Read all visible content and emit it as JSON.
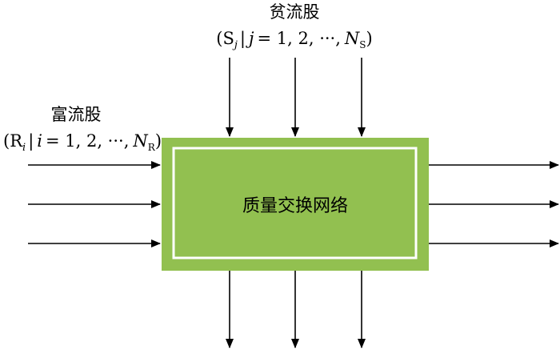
{
  "lean_stream": {
    "title": "贫流股",
    "set_open": "(S",
    "subscript_index": "j",
    "separator": "|",
    "index_var": "j",
    "range_text": "= 1, 2, ···,",
    "count_symbol": "N",
    "count_subscript": "S",
    "set_close": ")"
  },
  "rich_stream": {
    "title": "富流股",
    "set_open": "(R",
    "subscript_index": "i",
    "separator": "|",
    "index_var": "i",
    "range_text": "= 1, 2, ···,",
    "count_symbol": "N",
    "count_subscript": "R",
    "set_close": ")"
  },
  "network": {
    "label": "质量交换网络",
    "fill_color": "#92c050",
    "border_color": "#ffffff"
  },
  "arrow_color": "#000000"
}
